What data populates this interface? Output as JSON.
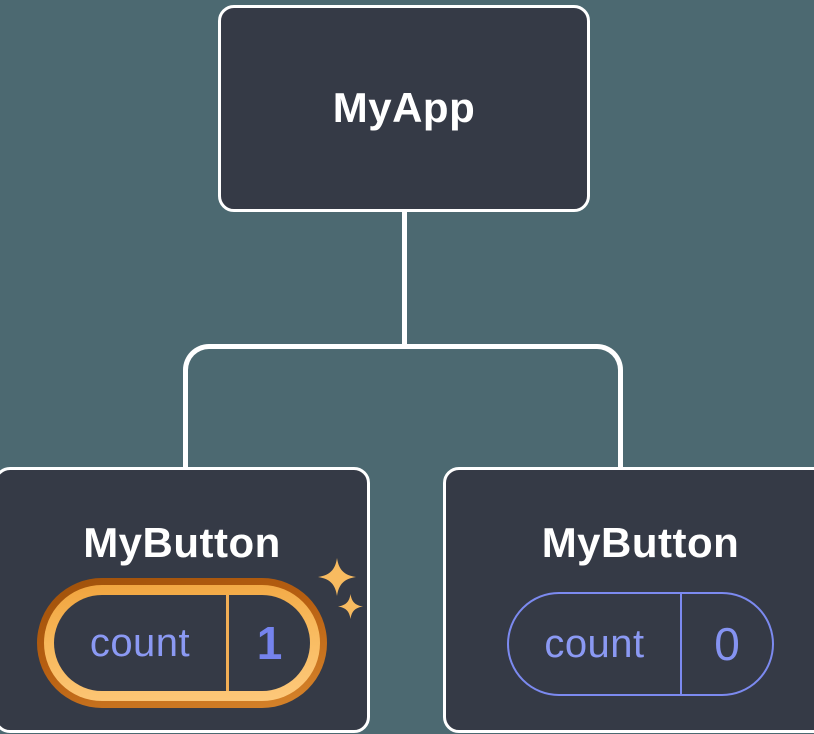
{
  "diagram": {
    "title_hint": "React component tree with state",
    "root_node": {
      "label": "MyApp"
    },
    "children": [
      {
        "label": "MyButton",
        "state_key": "count",
        "state_value": "1",
        "highlighted": true
      },
      {
        "label": "MyButton",
        "state_key": "count",
        "state_value": "0",
        "highlighted": false
      }
    ]
  },
  "colors": {
    "background": "#4c6971",
    "node_background": "#353a46",
    "node_border": "#ffffff",
    "connector": "#ffffff",
    "state_text": "#8b99f3",
    "state_value_highlight": "#7583ee",
    "state_value_plain": "#8593f1",
    "pill_border_plain": "#7c8af0",
    "pill_divider_highlight": "#f2ae55",
    "highlight_ring_dark": "#9e500a",
    "highlight_ring_light": "#fdc97c",
    "sparkle": "#f8bb60"
  },
  "icons": {
    "sparkle_large": "sparkle-icon",
    "sparkle_small": "sparkle-icon"
  }
}
